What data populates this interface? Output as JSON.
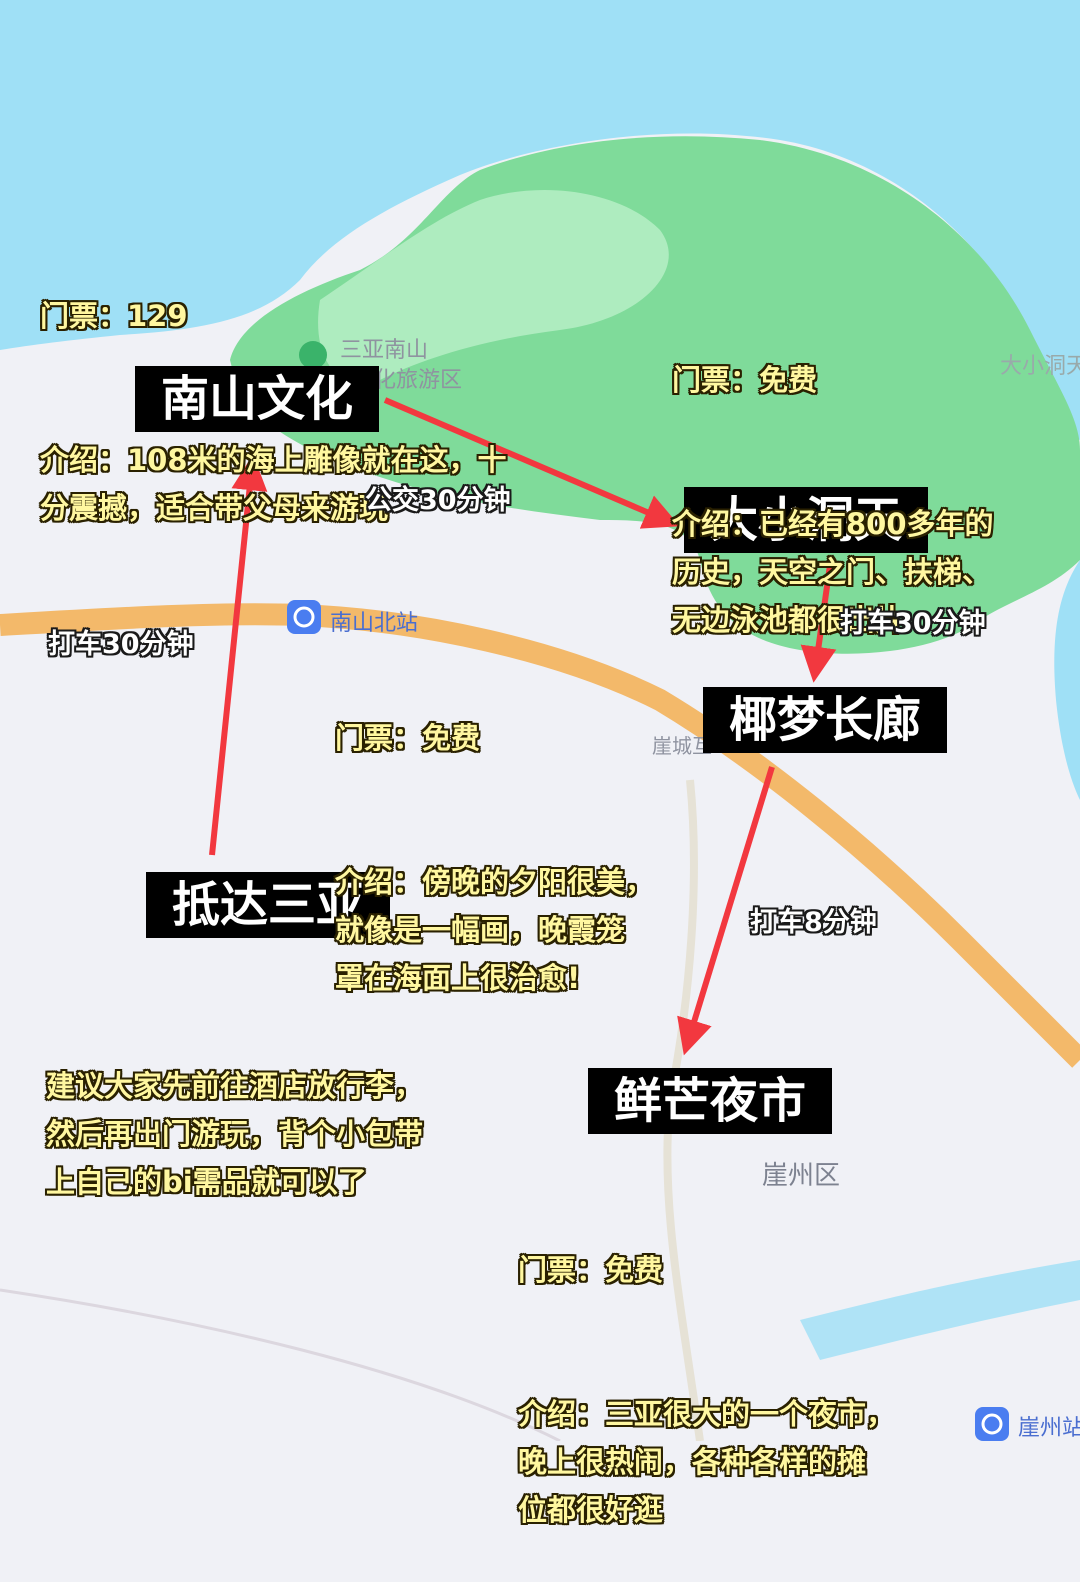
{
  "map": {
    "colors": {
      "sea": "#9fe0f6",
      "land": "#f0f1f6",
      "green": "#7fdb9a",
      "green_light": "#b6efc6",
      "road": "#f3b25b",
      "arrow": "#f2383f",
      "label_bg": "#000000",
      "note_text": "#fff7a0"
    },
    "place_names": {
      "scenic_area": "三亚南山文化旅游区",
      "scenic_area_line1": "三亚南山",
      "scenic_area_line2": "文化旅游区",
      "station": "南山北站",
      "district": "崖州区",
      "daxiao": "大小洞天",
      "yacheng": "崖城互",
      "yazhou_station": "崖州站"
    }
  },
  "stops": {
    "nanshan": {
      "name": "南山文化",
      "ticket": "门票：129",
      "intro": "介绍：108米的海上雕像就在这，十\n分震撼，适合带父母来游玩"
    },
    "daxiao": {
      "name": "大小洞天",
      "ticket": "门票：免费",
      "intro": "介绍：已经有800多年的\n历史，天空之门、扶梯、\n无边泳池都很出片"
    },
    "yemeng": {
      "name": "椰梦长廊",
      "ticket": "门票：免费",
      "intro": "介绍：傍晚的夕阳很美，\n就像是一幅画，晚霞笼\n罩在海面上很治愈!"
    },
    "arrive": {
      "name": "抵达三亚",
      "tip": "建议大家先前往酒店放行李，\n然后再出门游玩，背个小包带\n上自己的bi需品就可以了"
    },
    "xianmang": {
      "name": "鲜芒夜市",
      "ticket": "门票：免费",
      "intro": "介绍：三亚很大的一个夜市，\n晚上很热闹，各种各样的摊\n位都很好逛"
    }
  },
  "routes": {
    "arrive_to_nanshan": "打车30分钟",
    "nanshan_to_daxiao": "公交30分钟",
    "daxiao_to_yemeng": "打车30分钟",
    "yemeng_to_xianmang": "打车8分钟"
  }
}
